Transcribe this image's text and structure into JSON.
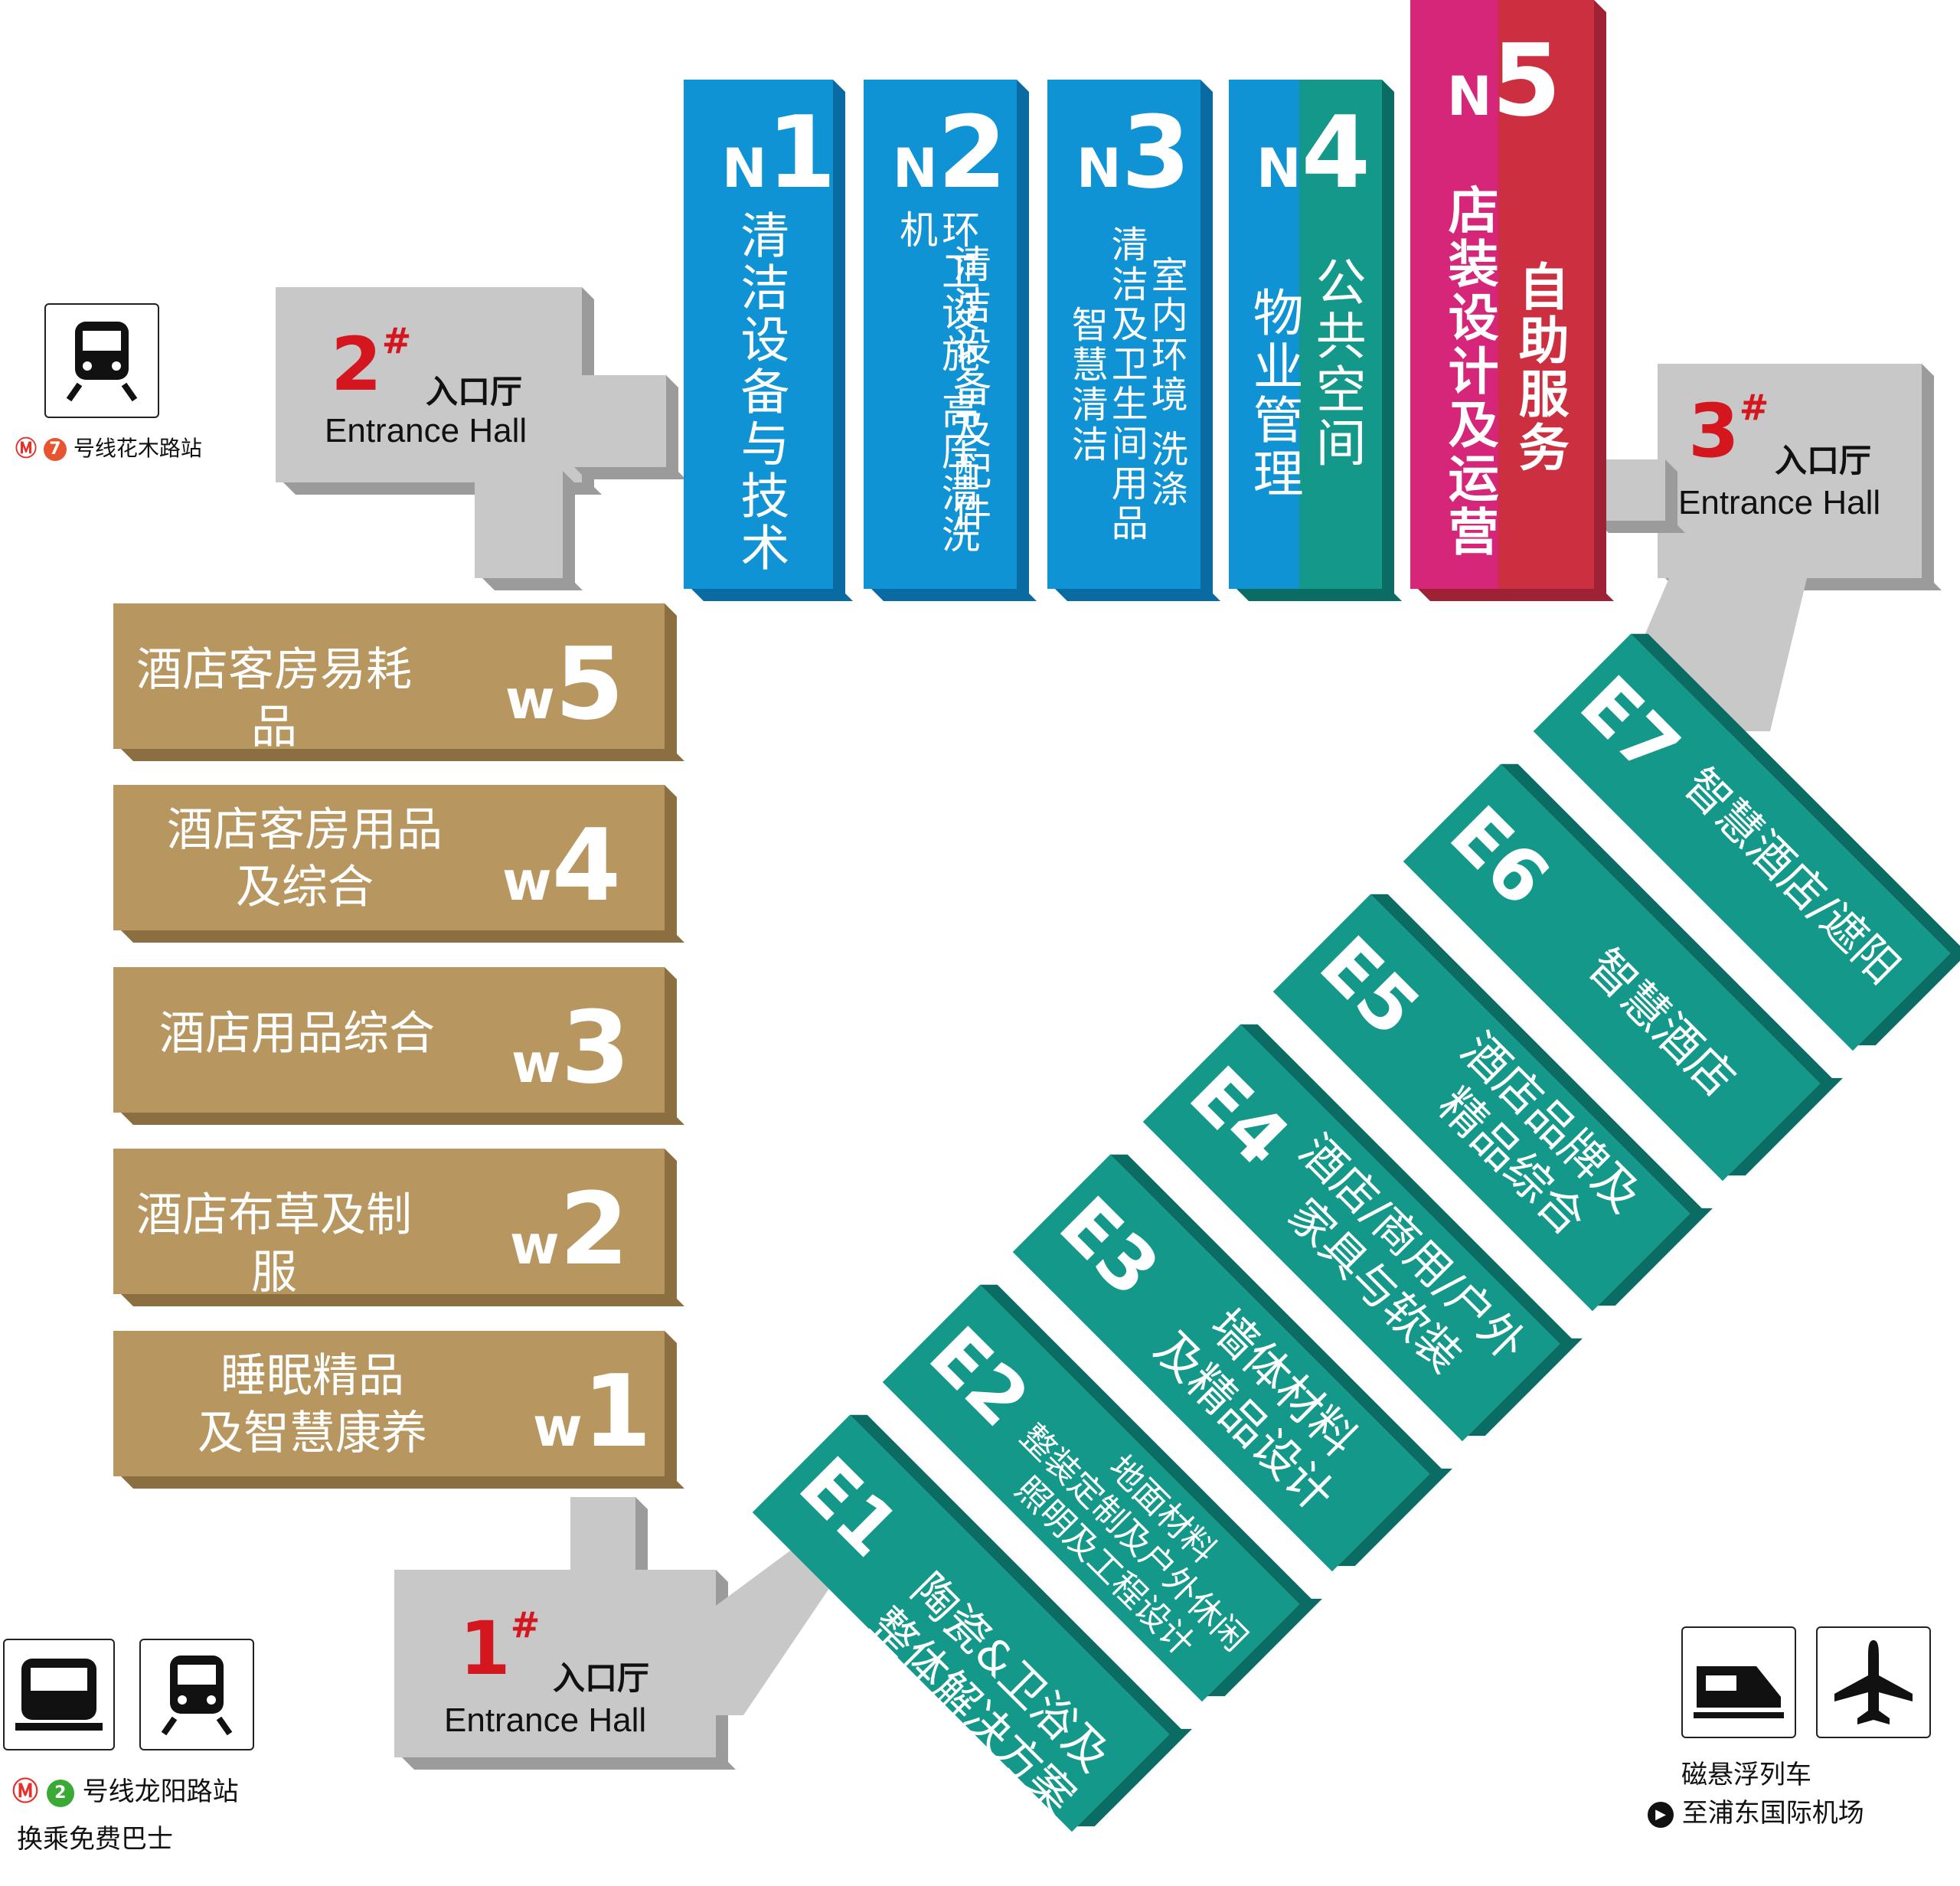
{
  "halls": {
    "N1": {
      "letter": "N",
      "num": "1",
      "lines": [
        "清洁设备与技术"
      ]
    },
    "N2": {
      "letter": "N",
      "num": "2",
      "lines": [
        "环卫设施 高压清洗机",
        "清洁设备及配件"
      ]
    },
    "N3": {
      "letter": "N",
      "num": "3",
      "lines": [
        "智慧清洁",
        "清洁及卫生间用品",
        "室内环境 洗涤"
      ]
    },
    "N4": {
      "letter": "N",
      "num": "4",
      "lines": [
        "物业管理",
        "公共空间"
      ]
    },
    "N5": {
      "letter": "N",
      "num": "5",
      "lines": [
        "店装设计及运营",
        "自助服务"
      ]
    },
    "W5": {
      "letter": "w",
      "num": "5",
      "text": "酒店客房易耗品"
    },
    "W4": {
      "letter": "w",
      "num": "4",
      "text": "酒店客房用品\n及综合"
    },
    "W3": {
      "letter": "w",
      "num": "3",
      "text": "酒店用品综合"
    },
    "W2": {
      "letter": "w",
      "num": "2",
      "text": "酒店布草及制服"
    },
    "W1": {
      "letter": "w",
      "num": "1",
      "text": "睡眠精品\n及智慧康养"
    },
    "E1": {
      "code": "E1",
      "text": "陶瓷&卫浴及\n整体解决方案"
    },
    "E2": {
      "code": "E2",
      "text": "地面材料\n整装定制及户外休闲\n照明及工程设计"
    },
    "E3": {
      "code": "E3",
      "text": "墙体材料\n及精品设计"
    },
    "E4": {
      "code": "E4",
      "text": "酒店/商用/户外\n家具与软装"
    },
    "E5": {
      "code": "E5",
      "text": "酒店品牌及\n精品综合"
    },
    "E6": {
      "code": "E6",
      "text": "智慧酒店"
    },
    "E7": {
      "code": "E7",
      "text": "智慧酒店/遮阳"
    }
  },
  "entrances": {
    "e1": {
      "num": "1",
      "sup": "#",
      "cn": "入口厅",
      "en": "Entrance Hall"
    },
    "e2": {
      "num": "2",
      "sup": "#",
      "cn": "入口厅",
      "en": "Entrance Hall"
    },
    "e3": {
      "num": "3",
      "sup": "#",
      "cn": "入口厅",
      "en": "Entrance Hall"
    }
  },
  "transport": {
    "line7": {
      "num": "7",
      "label": "号线花木路站"
    },
    "line2": {
      "num": "2",
      "label": "号线龙阳路站"
    },
    "bus": "换乘免费巴士",
    "maglev": "磁悬浮列车",
    "airport": "至浦东国际机场"
  },
  "colors": {
    "north_blue": "#0f93d4",
    "teal": "#14988a",
    "gold": "#b79660",
    "n5_pink": "#d6267a",
    "n5_red": "#cc3040",
    "entrance_red": "#d4161f",
    "line7": "#e8542d",
    "line2": "#3aa935"
  },
  "icons": [
    "metro-train-icon",
    "maglev-train-icon",
    "airplane-icon",
    "play-icon"
  ]
}
